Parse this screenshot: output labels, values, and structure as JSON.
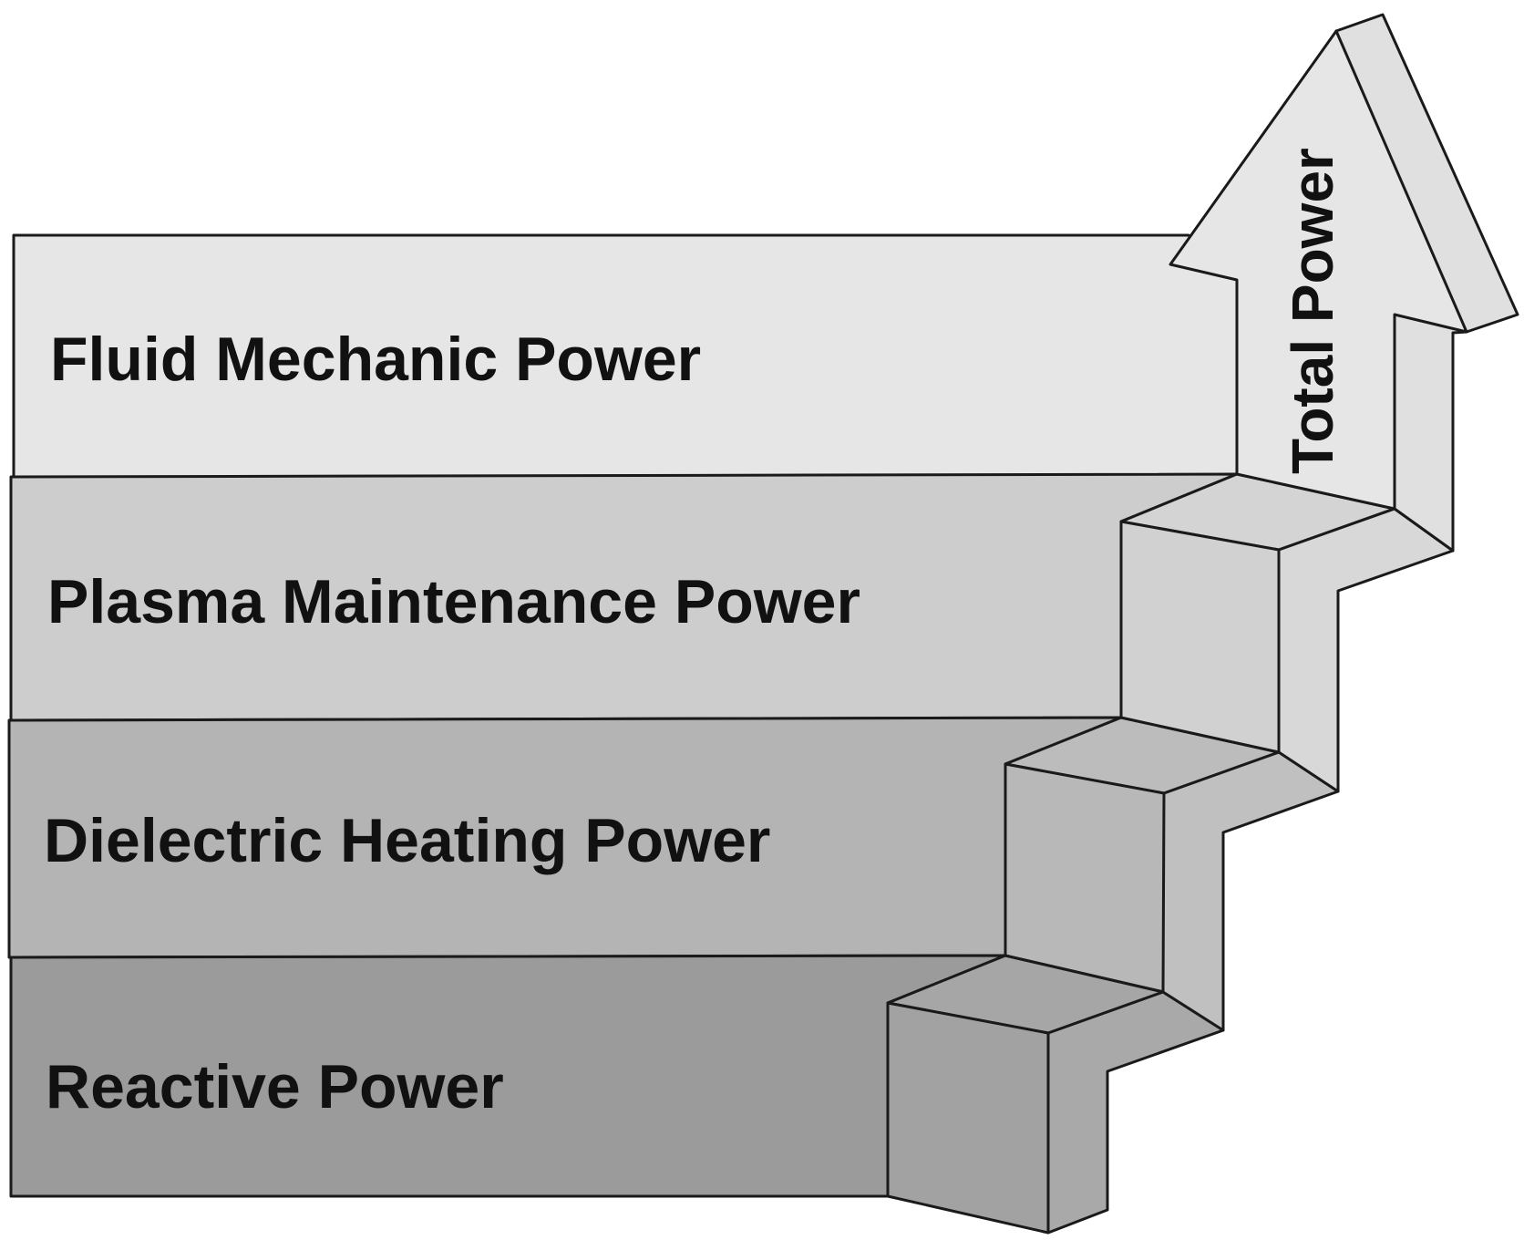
{
  "layers": [
    {
      "label": "Fluid Mechanic Power",
      "color": "#e6e6e6"
    },
    {
      "label": "Plasma Maintenance Power",
      "color": "#cdcdcd"
    },
    {
      "label": "Dielectric Heating Power",
      "color": "#b4b4b4"
    },
    {
      "label": "Reactive Power",
      "color": "#9b9b9b"
    }
  ],
  "arrow": {
    "label": "Total Power",
    "color": "#e6e6e6"
  }
}
